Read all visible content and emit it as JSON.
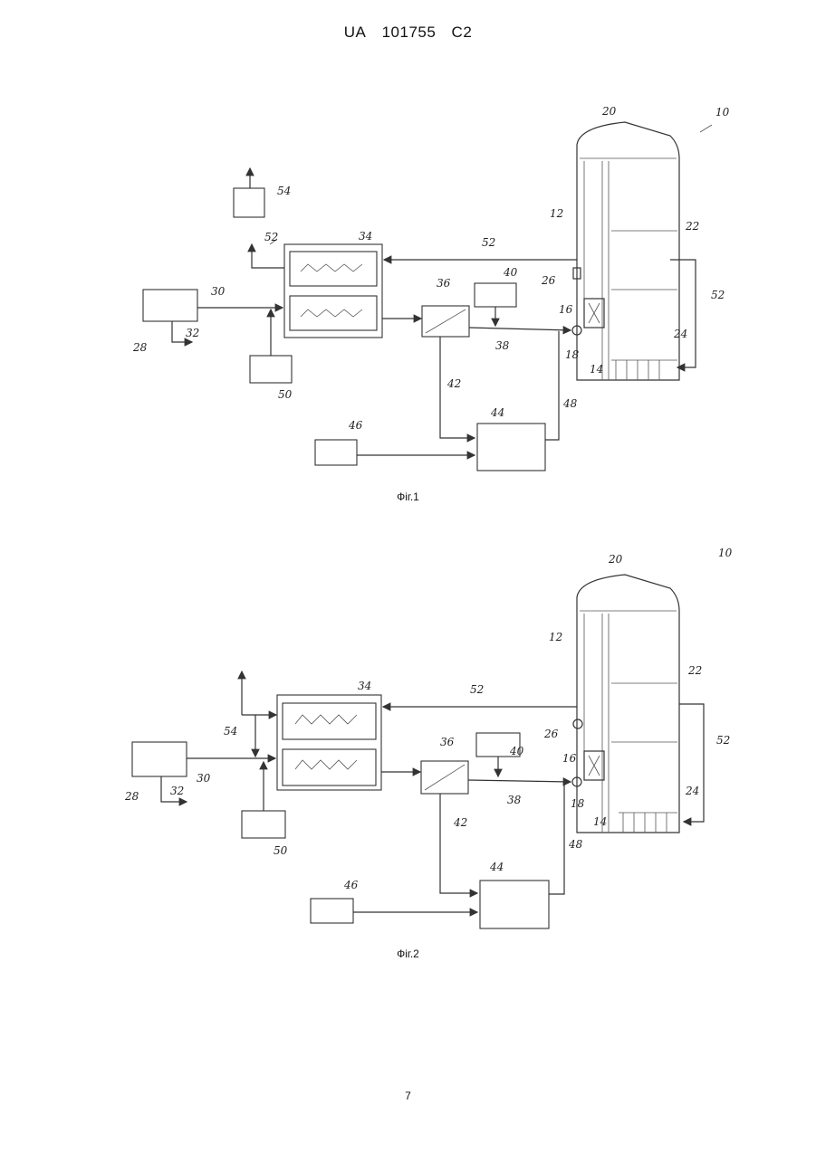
{
  "header": {
    "country": "UA",
    "number": "101755",
    "kind": "C2"
  },
  "fig1": {
    "caption": "Фіг.1",
    "labels": {
      "l10": "10",
      "l20": "20",
      "l12": "12",
      "l22": "22",
      "l54": "54",
      "l52a": "52",
      "l34": "34",
      "l52b": "52",
      "l26": "26",
      "l52c": "52",
      "l36": "36",
      "l40": "40",
      "l30": "30",
      "l16": "16",
      "l28": "28",
      "l32": "32",
      "l38": "38",
      "l18": "18",
      "l14": "14",
      "l24": "24",
      "l42": "42",
      "l50": "50",
      "l48": "48",
      "l44": "44",
      "l46": "46"
    }
  },
  "fig2": {
    "caption": "Фіг.2",
    "labels": {
      "l10": "10",
      "l20": "20",
      "l12": "12",
      "l22": "22",
      "l34": "34",
      "l52a": "52",
      "l54": "54",
      "l26": "26",
      "l52b": "52",
      "l36": "36",
      "l40": "40",
      "l16": "16",
      "l28": "28",
      "l30": "30",
      "l32": "32",
      "l38": "38",
      "l18": "18",
      "l14": "14",
      "l24": "24",
      "l42": "42",
      "l48": "48",
      "l50": "50",
      "l44": "44",
      "l46": "46"
    }
  },
  "page_number": "7"
}
